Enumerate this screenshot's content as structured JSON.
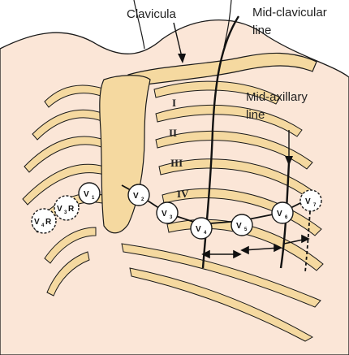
{
  "labels": {
    "clavicula": "Clavicula",
    "mid_clavicular_line_1": "Mid-clavicular",
    "mid_clavicular_line_2": "line",
    "mid_axillary_line_1": "Mid-axillary",
    "mid_axillary_line_2": "line"
  },
  "intercostal_spaces": [
    "I",
    "II",
    "III",
    "IV"
  ],
  "electrodes": [
    {
      "id": "v1",
      "main": "V",
      "sub": "1",
      "style": "solid"
    },
    {
      "id": "v2",
      "main": "V",
      "sub": "2",
      "style": "solid"
    },
    {
      "id": "v3",
      "main": "V",
      "sub": "3",
      "style": "solid"
    },
    {
      "id": "v4",
      "main": "V",
      "sub": "4",
      "style": "solid"
    },
    {
      "id": "v5",
      "main": "V",
      "sub": "5",
      "style": "solid"
    },
    {
      "id": "v6",
      "main": "V",
      "sub": "6",
      "style": "solid"
    },
    {
      "id": "v7",
      "main": "V",
      "sub": "7",
      "style": "dashed"
    },
    {
      "id": "v3r",
      "main": "V",
      "sub": "3",
      "suffix": "R",
      "style": "dashed"
    },
    {
      "id": "v4r",
      "main": "V",
      "sub": "4",
      "suffix": "R",
      "style": "dashed"
    }
  ],
  "colors": {
    "skin": "#fbe6d7",
    "bone": "#f5d9a0",
    "outline": "#1a1a1a",
    "electrode_fill": "#ffffff"
  }
}
